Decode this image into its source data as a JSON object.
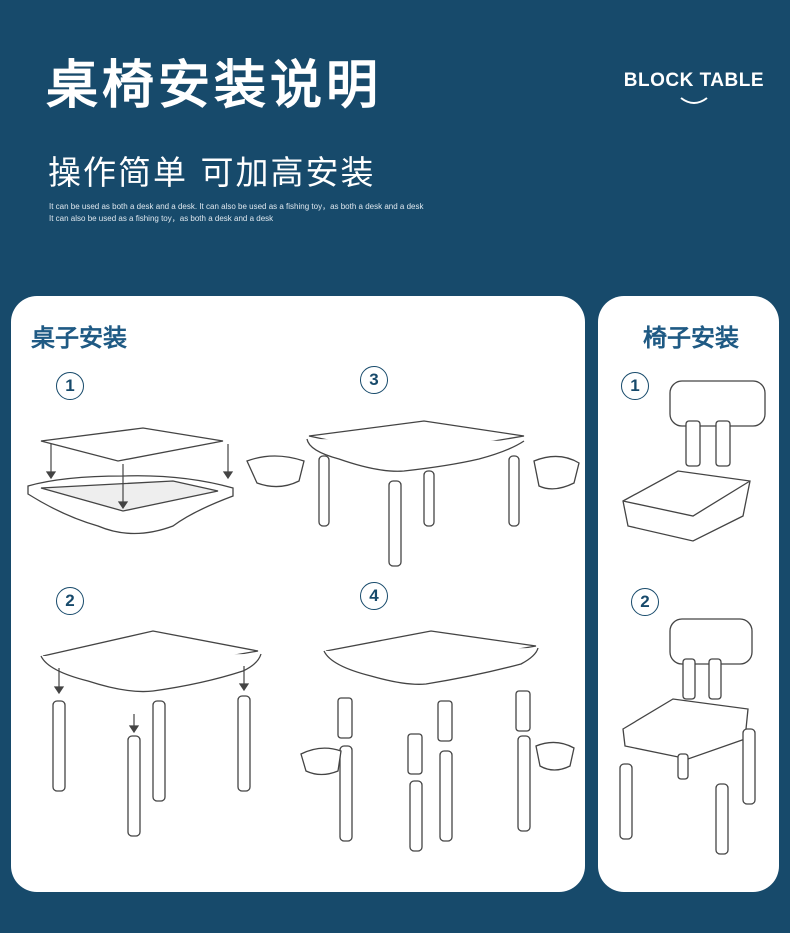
{
  "header": {
    "title": "桌椅安装说明",
    "subtitle": "操作简单 可加高安装",
    "desc_line1": "It can be used as both a desk and a desk. It can also be used as a fishing toy，as both a desk and a desk",
    "desc_line2": "It can also be used as a fishing toy，as both a desk and a desk",
    "brand": "BLOCK TABLE"
  },
  "table_section": {
    "title": "桌子安装",
    "steps": [
      "1",
      "2",
      "3",
      "4"
    ]
  },
  "chair_section": {
    "title": "椅子安装",
    "steps": [
      "1",
      "2"
    ]
  },
  "colors": {
    "background": "#174a6b",
    "panel": "#ffffff",
    "accent_text": "#1f5a84"
  },
  "icons": [
    "table-top-assembly-illustration",
    "table-leg-assembly-illustration",
    "table-basket-attach-illustration",
    "table-extension-illustration",
    "chair-backrest-illustration",
    "chair-leg-illustration",
    "brand-chevron-icon"
  ]
}
